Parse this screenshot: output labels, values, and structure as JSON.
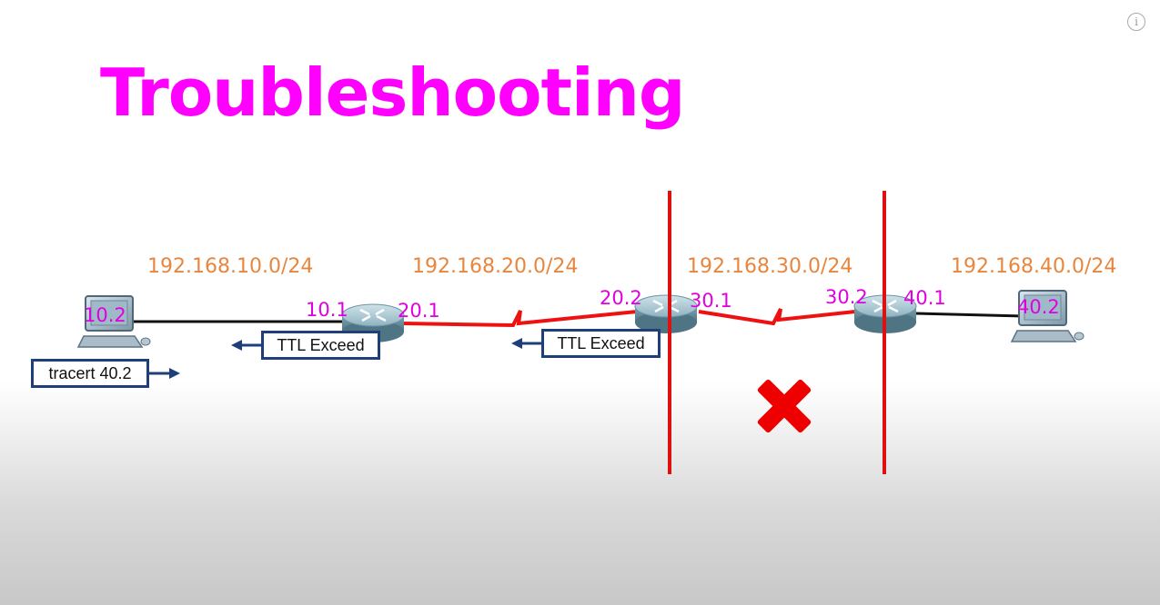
{
  "title": "Troubleshooting",
  "icons": {
    "info": "info-circle-icon",
    "fail": "red-x-icon"
  },
  "colors": {
    "title": "#ff00ff",
    "network_label": "#e8863e",
    "ip_label": "#e000e0",
    "serial_link": "#ee1111",
    "ethernet_link": "#111111",
    "divider": "#dd1111",
    "box_border": "#1f3f7a",
    "arrow": "#1f3f7a",
    "fail_mark": "#ee0000"
  },
  "networks": [
    "192.168.10.0/24",
    "192.168.20.0/24",
    "192.168.30.0/24",
    "192.168.40.0/24"
  ],
  "ips": {
    "pc1": "10.2",
    "r1_left": "10.1",
    "r1_right": "20.1",
    "r2_left": "20.2",
    "r2_right": "30.1",
    "r3_left": "30.2",
    "r3_right": "40.1",
    "pc2": "40.2"
  },
  "boxes": {
    "tracert": "tracert 40.2",
    "ttl_1": "TTL Exceed",
    "ttl_2": "TTL Exceed"
  },
  "info_glyph": "i"
}
